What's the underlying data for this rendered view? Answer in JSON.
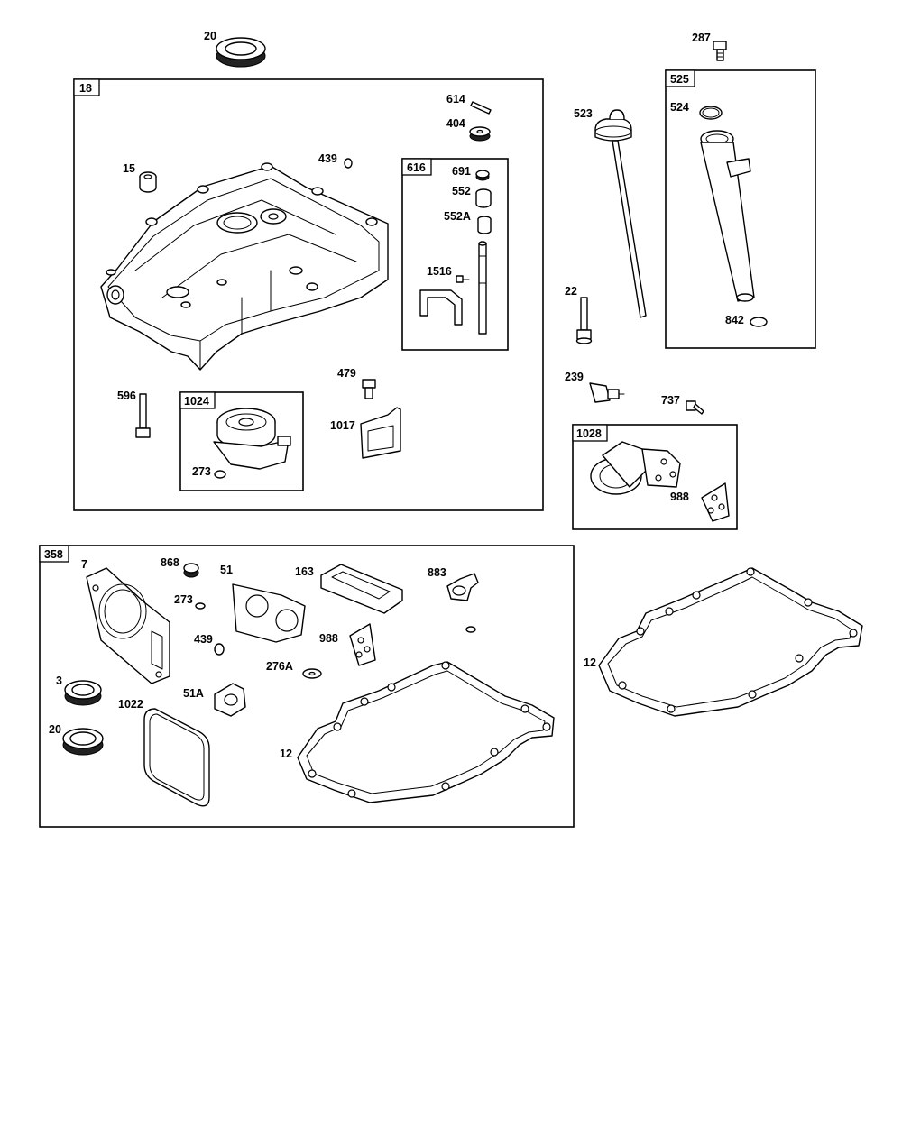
{
  "boxes": {
    "b18": "18",
    "b616": "616",
    "b1024": "1024",
    "b525": "525",
    "b1028": "1028",
    "b358": "358"
  },
  "callouts": {
    "p20_top": "20",
    "p287": "287",
    "p614": "614",
    "p404": "404",
    "p439_top": "439",
    "p15": "15",
    "p691": "691",
    "p552": "552",
    "p552A": "552A",
    "p1516": "1516",
    "p523": "523",
    "p524": "524",
    "p22": "22",
    "p842": "842",
    "p479": "479",
    "p596": "596",
    "p1017": "1017",
    "p273_top": "273",
    "p239": "239",
    "p737": "737",
    "p988_top": "988",
    "p7": "7",
    "p868": "868",
    "p51": "51",
    "p163": "163",
    "p883": "883",
    "p273_bot": "273",
    "p439_bot": "439",
    "p988_bot": "988",
    "p276A": "276A",
    "p3": "3",
    "p51A": "51A",
    "p1022": "1022",
    "p20_bot": "20",
    "p12_mid": "12",
    "p12_right": "12"
  }
}
